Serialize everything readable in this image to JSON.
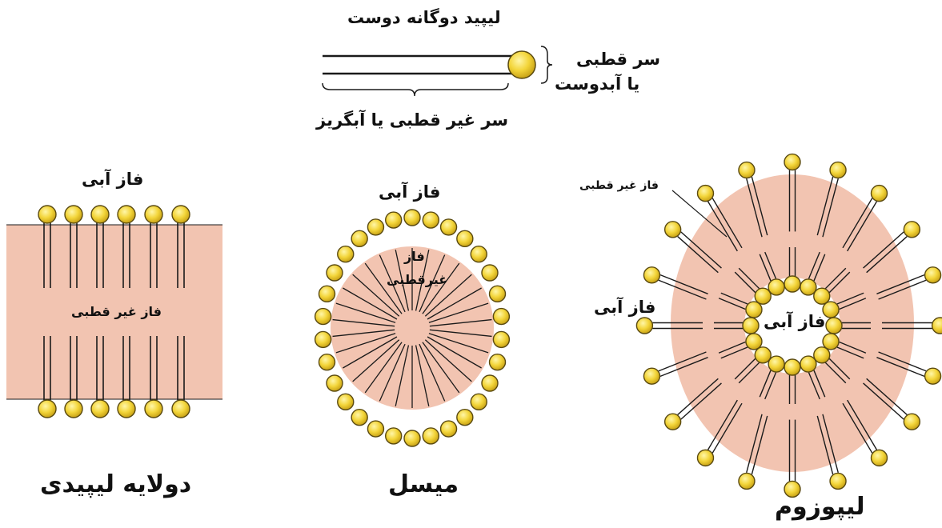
{
  "header": {
    "lipid_title": "لیپید دوگانه دوست",
    "polar_head_line1": "سر قطبی",
    "polar_head_line2": "یا آبدوست",
    "nonpolar_tail": "سر غیر قطبی یا آبگریز"
  },
  "bilayer": {
    "aqueous_label": "فاز آبی",
    "nonpolar_label": "فاز غیر قطبی",
    "caption": "دولایه لیپیدی"
  },
  "micelle": {
    "aqueous_label": "فاز آبی",
    "nonpolar_line1": "فاز",
    "nonpolar_line2": "غیرقطبی",
    "caption": "میسل"
  },
  "liposome": {
    "nonpolar_label": "فاز غیر قطبی",
    "aqueous_outer_label": "فاز آبی",
    "aqueous_inner_label": "فاز آبی",
    "caption": "لیپوزوم"
  },
  "colors": {
    "membrane": "#f2c4b1",
    "head_fill": "#f3d53a",
    "head_stroke": "#5a4a10",
    "line": "#1a1a1a"
  }
}
